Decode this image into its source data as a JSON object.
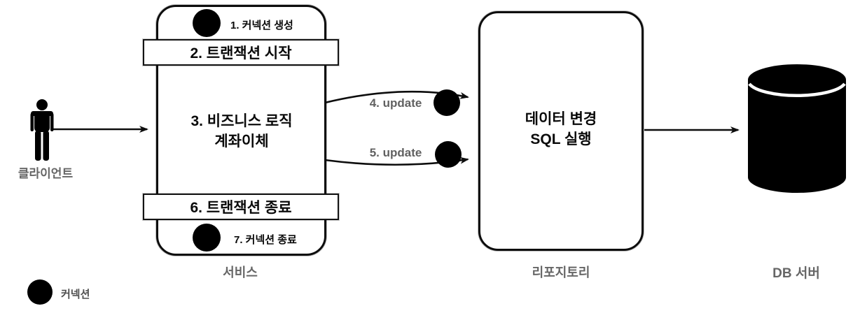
{
  "diagram": {
    "client": {
      "label": "클라이언트"
    },
    "service": {
      "caption": "서비스",
      "steps": {
        "s1": "1. 커넥션 생성",
        "s2": "2. 트랜잭션 시작",
        "s3_line1": "3. 비즈니스 로직",
        "s3_line2": "계좌이체",
        "s6": "6. 트랜잭션 종료",
        "s7": "7. 커넥션 종료"
      }
    },
    "updates": {
      "u4": "4. update",
      "u5": "5. update"
    },
    "repository": {
      "caption": "리포지토리",
      "line1": "데이터 변경",
      "line2": "SQL 실행"
    },
    "db_server": {
      "caption": "DB 서버"
    },
    "legend": {
      "connection": "커넥션"
    },
    "icons": {
      "connection_dot": "filled-black-circle",
      "client_icon": "person-silhouette",
      "db_icon": "database-cylinder"
    },
    "colors": {
      "ink": "#000000",
      "label_gray": "#666666",
      "background": "#ffffff"
    }
  }
}
